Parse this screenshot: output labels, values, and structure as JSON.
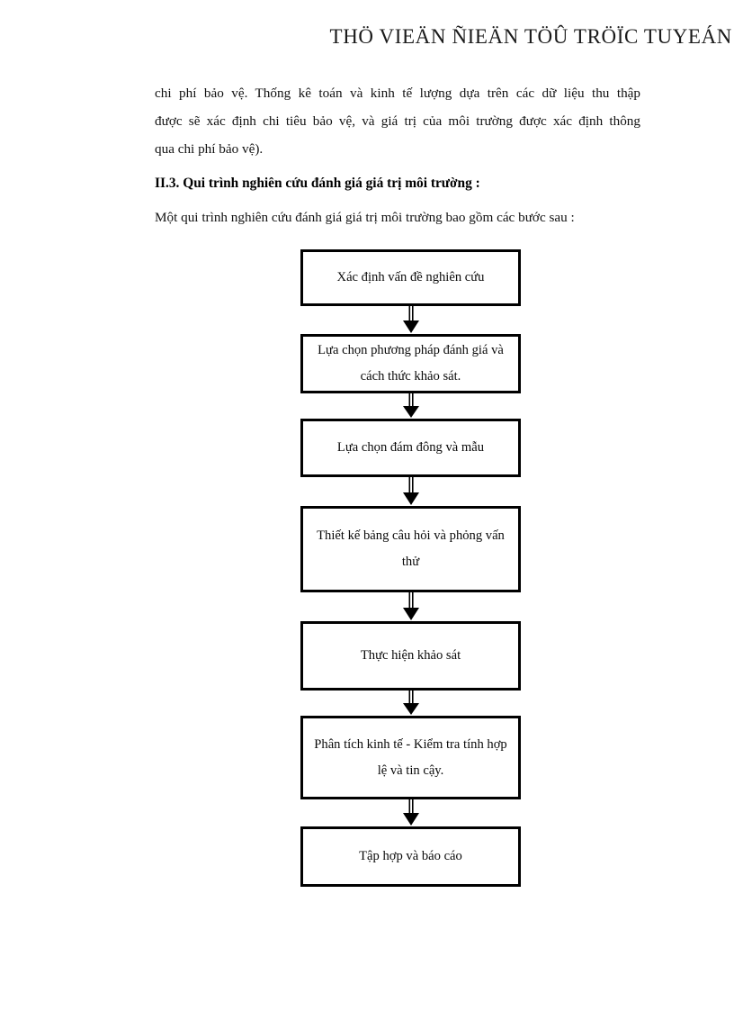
{
  "header": {
    "watermark_text": "THÖ VIEÄN ÑIEÄN TÖÛ TRÖÏC TUYEÁN"
  },
  "document": {
    "paragraph_1_lines": [
      "chi phí bảo vệ. Thống kê toán và kinh tế lượng dựa trên các dữ liệu thu thập",
      "được sẽ xác định chi tiêu bảo vệ, và giá trị của môi trường được xác định thông",
      "qua chi phí bảo vệ)."
    ],
    "section_heading": "II.3. Qui trình nghiên cứu đánh giá giá trị môi trường :",
    "intro_paragraph": "Một qui trình nghiên cứu đánh giá giá trị môi trường bao gồm các bước sau :"
  },
  "flowchart": {
    "nodes": [
      {
        "id": "node-1",
        "label": "Xác định vấn đề nghiên cứu"
      },
      {
        "id": "node-2",
        "label": "Lựa chọn phương pháp đánh giá và cách thức khảo sát."
      },
      {
        "id": "node-3",
        "label": "Lựa chọn đám đông và mẫu"
      },
      {
        "id": "node-4",
        "label": "Thiết kế bảng câu hỏi và phỏng vấn thử"
      },
      {
        "id": "node-5",
        "label": "Thực hiện khảo sát"
      },
      {
        "id": "node-6",
        "label": "Phân tích kinh tế - Kiểm tra tính hợp lệ và tin cậy."
      },
      {
        "id": "node-7",
        "label": "Tập hợp và báo cáo"
      }
    ],
    "arrow_icon_name": "down-arrow-icon",
    "border_color": "#000000",
    "arrow_color": "#000000"
  }
}
